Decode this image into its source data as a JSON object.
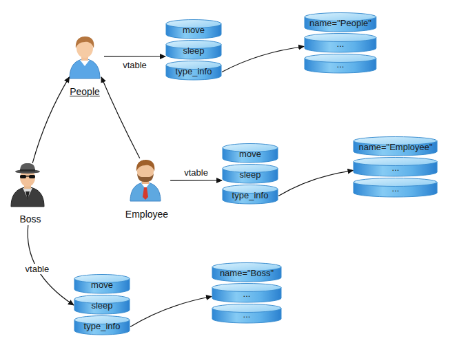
{
  "diagram": {
    "nodes": [
      {
        "text": [
          "People"
        ]
      },
      {
        "text": [
          "move",
          "sleep",
          "type_info"
        ]
      },
      {
        "text": [
          "name=\"People\"",
          "...",
          "..."
        ]
      },
      {
        "text": [
          "Employee"
        ]
      },
      {
        "text": [
          "move",
          "sleep",
          "type_info"
        ]
      },
      {
        "text": [
          "name=\"Employee\"",
          "...",
          "..."
        ]
      },
      {
        "text": [
          "Boss"
        ]
      },
      {
        "text": [
          "move",
          "sleep",
          "type_info"
        ]
      },
      {
        "text": [
          "name=\"Boss\"",
          "...",
          "..."
        ]
      }
    ],
    "edges": [
      {
        "from": 0,
        "to": 1,
        "label": "vtable",
        "arrow": "to"
      },
      {
        "from": 1,
        "to": 2,
        "arrow": "to"
      },
      {
        "from": 3,
        "to": 0,
        "arrow": "to"
      },
      {
        "from": 6,
        "to": 0,
        "arrow": "to"
      },
      {
        "from": 3,
        "to": 4,
        "label": "vtable",
        "arrow": "to"
      },
      {
        "from": 4,
        "to": 5,
        "arrow": "to"
      },
      {
        "from": 6,
        "to": 7,
        "label": "vtable",
        "arrow": "to"
      },
      {
        "from": 7,
        "to": 8,
        "arrow": "to"
      }
    ]
  }
}
